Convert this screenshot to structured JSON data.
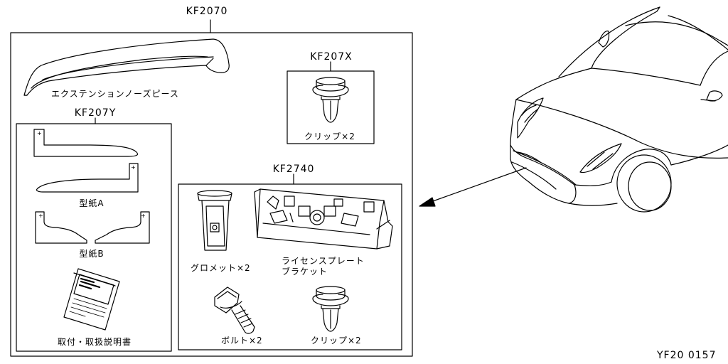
{
  "kit": {
    "main_part_no": "KF2070",
    "extension_label": "エクステンションノーズピース"
  },
  "template_box": {
    "part_no": "KF207Y",
    "pattern_a_label": "型紙A",
    "pattern_b_label": "型紙B",
    "manual_label": "取付・取扱説明書"
  },
  "clip_box": {
    "part_no": "KF207X",
    "clip_label": "クリップ×2"
  },
  "bracket_box": {
    "part_no": "KF2740",
    "grommet_label": "グロメット×2",
    "bracket_label_line1": "ライセンスプレート",
    "bracket_label_line2": "ブラケット",
    "bolt_label": "ボルト×2",
    "clip_label": "クリップ×2"
  },
  "footer": {
    "diagram_code": "YF20 0157"
  }
}
